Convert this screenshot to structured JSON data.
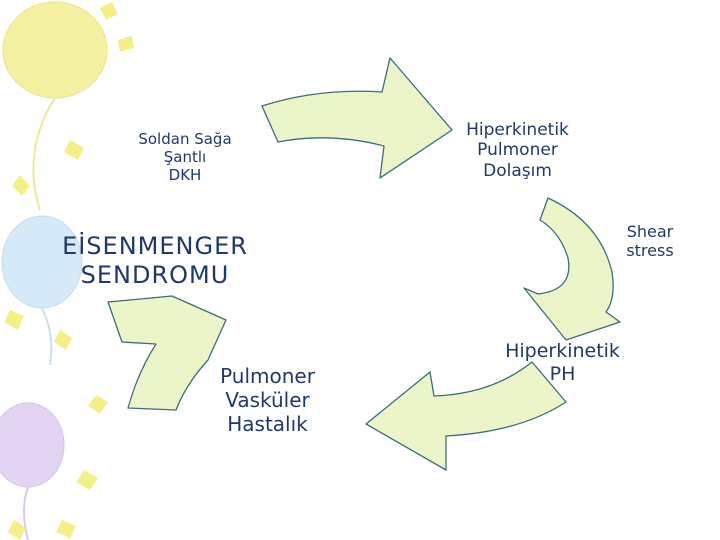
{
  "diagram": {
    "title": "EİSENMENGER\nSENDROMU",
    "nodes": {
      "source": "Soldan Sağa\nŞantlı\nDKH",
      "hyperkinetic_circulation": "Hiperkinetik\nPulmoner\nDolaşım",
      "shear": "Shear\nstress",
      "hyperkinetic_ph": "Hiperkinetik\nPH",
      "vascular_disease": "Pulmoner\nVasküler\nHastalık"
    }
  },
  "colors": {
    "arrow_fill": "#ecf5c9",
    "arrow_stroke": "#3a6e7a",
    "text": "#1f3a68",
    "balloon_yellow": "#f4f2a2",
    "balloon_blue": "#d6e9f8",
    "balloon_purple": "#e3d4f3",
    "confetti": "#f5ef8a"
  }
}
